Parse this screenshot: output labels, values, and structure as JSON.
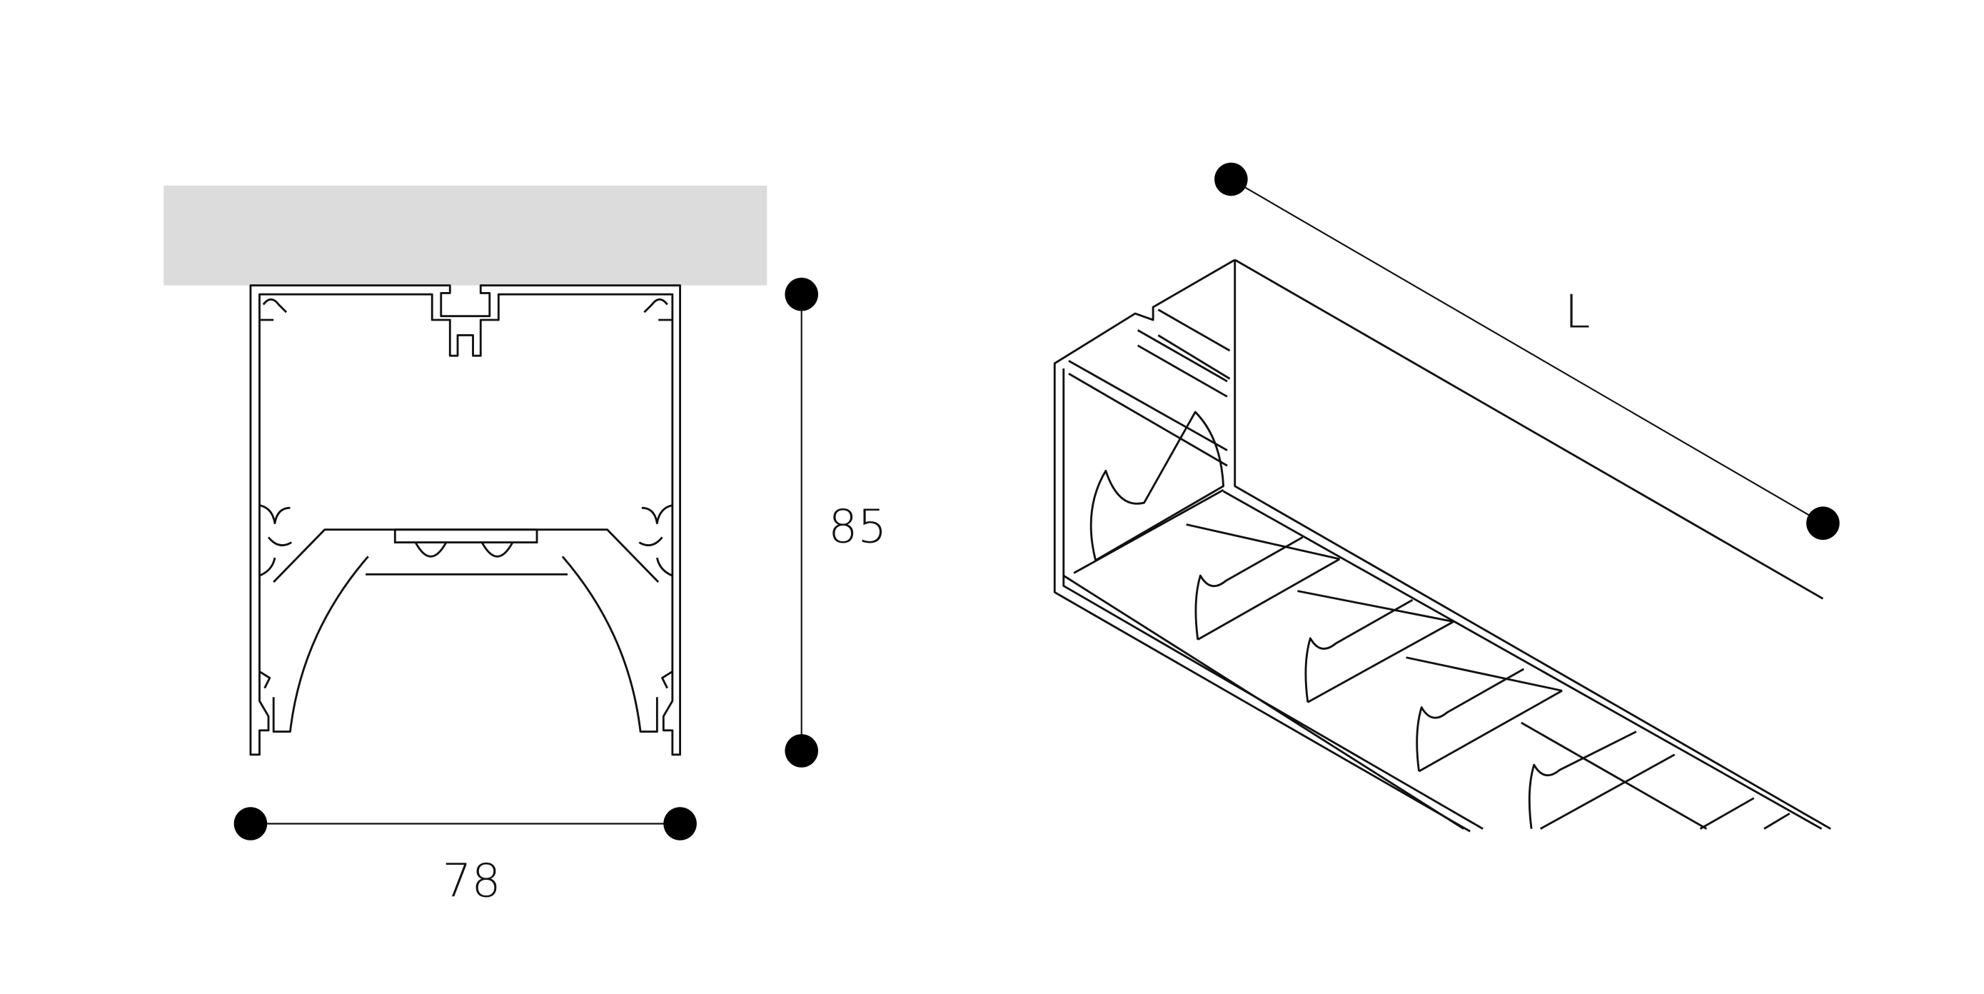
{
  "cross_section": {
    "height_label": "85",
    "width_label": "78",
    "ceiling_color": "#dcdcdc"
  },
  "perspective": {
    "length_label": "L"
  },
  "colors": {
    "line": "#111111",
    "background": "#ffffff"
  }
}
